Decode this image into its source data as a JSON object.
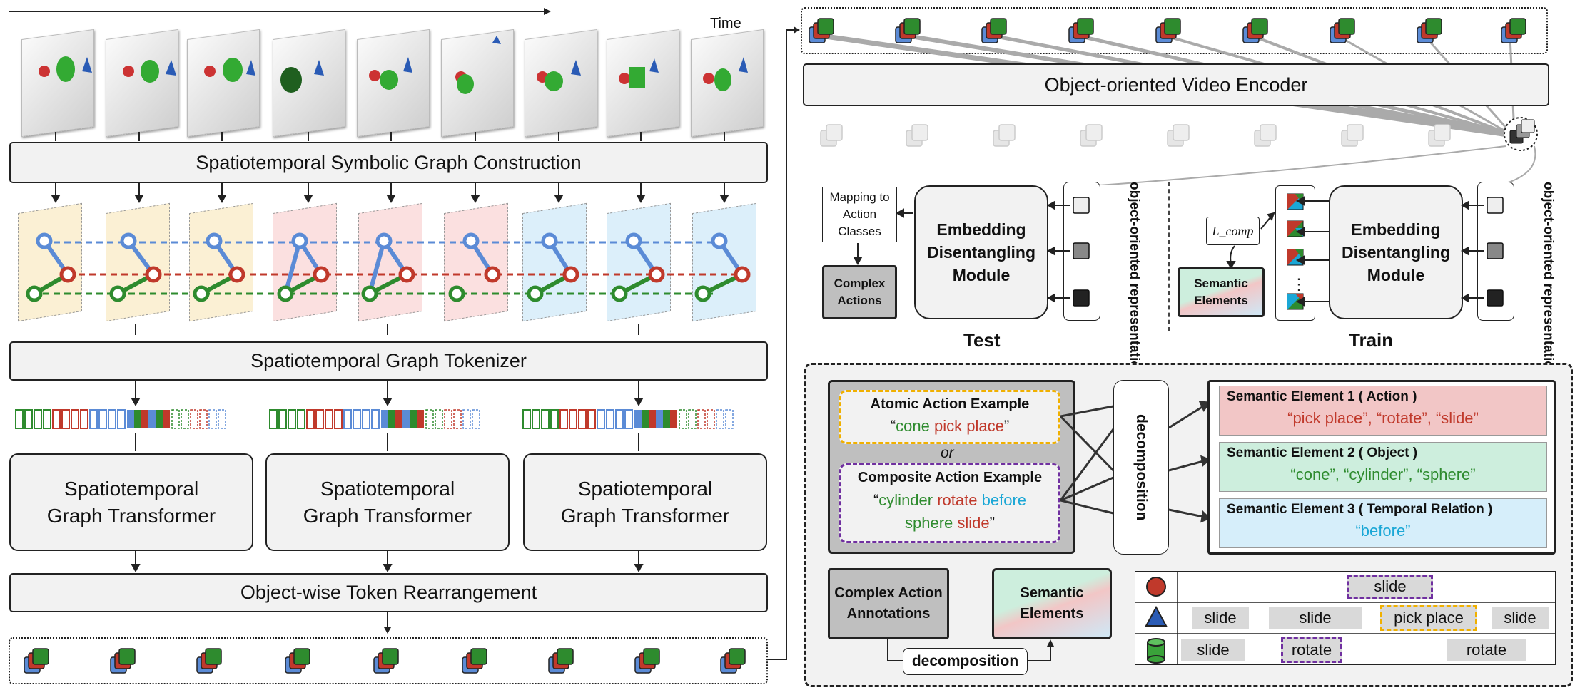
{
  "left": {
    "time_label": "Time",
    "construction": "Spatiotemporal Symbolic Graph Construction",
    "tokenizer": "Spatiotemporal Graph Tokenizer",
    "transformer_line1": "Spatiotemporal",
    "transformer_line2": "Graph Transformer",
    "rearrangement": "Object-wise Token Rearrangement"
  },
  "top_right": {
    "encoder": "Object-oriented Video Encoder",
    "test": {
      "mapping": "Mapping to Action Classes",
      "complex_actions": "Complex Actions",
      "module": "Embedding Disentangling Module",
      "repr_label": "object-oriented representation",
      "caption": "Test"
    },
    "train": {
      "loss": "L_comp",
      "semantic": "Semantic Elements",
      "module": "Embedding Disentangling Module",
      "repr_label": "object-oriented representation",
      "caption": "Train",
      "ellipsis": "⋮"
    }
  },
  "bottom_right": {
    "atomic_title": "Atomic Action Example",
    "or": "or",
    "composite_title": "Composite Action Example",
    "decomposition_vertical": "decomposition",
    "elements": [
      {
        "title": "Semantic Element 1 ( Action )",
        "value": "“pick place”, “rotate”, “slide”"
      },
      {
        "title": "Semantic Element 2 ( Object )",
        "value": "“cone”, “cylinder”, “sphere”"
      },
      {
        "title": "Semantic Element 3 ( Temporal Relation )",
        "value": "“before”"
      }
    ],
    "annotations": "Complex Action Annotations",
    "semantic": "Semantic Elements",
    "decomposition": "decomposition",
    "timeline": {
      "sphere_row": [
        "slide"
      ],
      "cone_row": [
        "slide",
        "slide",
        "pick place",
        "slide"
      ],
      "cylinder_row": [
        "slide",
        "rotate",
        "rotate"
      ]
    }
  },
  "colors": {
    "blue": "#5b8bd6",
    "red": "#c0392b",
    "green": "#2e8b2e",
    "purple": "#7030a0",
    "gold": "#f0b000",
    "cyan": "#1aa7d6"
  }
}
